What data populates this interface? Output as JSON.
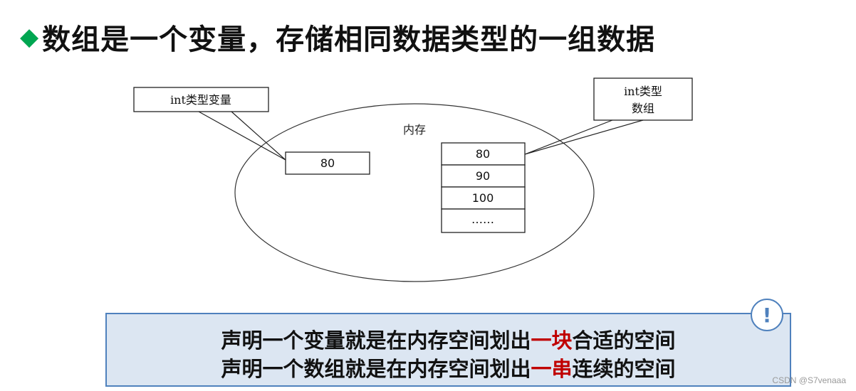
{
  "title": {
    "bullet_icon": "diamond-icon",
    "bullet_color": "#00a651",
    "text": "数组是一个变量，存储相同数据类型的一组数据"
  },
  "diagram": {
    "memory_label": "内存",
    "variable_callout": "int类型变量",
    "variable_value": "80",
    "array_callout_line1": "int类型",
    "array_callout_line2": "数组",
    "array_cells": [
      "80",
      "90",
      "100",
      "……"
    ]
  },
  "note": {
    "line1_pre": "声明一个变量就是在内存空间划出",
    "line1_highlight": "一块",
    "line1_post": "合适的空间",
    "line2_pre": "声明一个数组就是在内存空间划出",
    "line2_highlight": "一串",
    "line2_post": "连续的空间",
    "highlight_color": "#c00000",
    "background_color": "#dce6f2",
    "border_color": "#4f81bd",
    "badge_icon": "exclamation-icon",
    "badge_text": "!"
  },
  "watermark": "CSDN @S7venaaa"
}
